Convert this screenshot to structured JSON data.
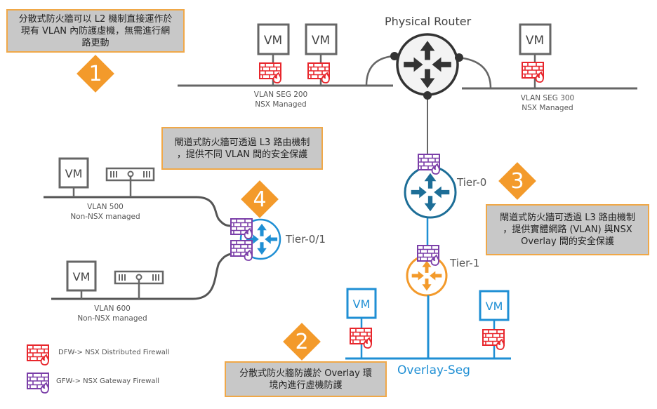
{
  "title": "Physical Router",
  "colors": {
    "callout_bg": "#c8c8c8",
    "callout_border": "#f0a848",
    "badge": "#f39a2b",
    "dfw": "#e8262c",
    "gfw": "#7b3fa8",
    "tier0": "#1d6e97",
    "tier1": "#f39a2b",
    "overlay": "#1f8fd4",
    "physical": "#555555"
  },
  "callouts": [
    {
      "id": 1,
      "lines": [
        "分散式防火牆可以 L2 機制直接運作於",
        "現有 VLAN 內防護虛機，無需進行網",
        "路更動"
      ]
    },
    {
      "id": 4,
      "lines": [
        "閘道式防火牆可透過 L3 路由機制",
        "，提供不同 VLAN 間的安全保護"
      ]
    },
    {
      "id": 3,
      "lines": [
        "閘道式防火牆可透過 L3 路由機制",
        "，提供實體網路 (VLAN) 與NSX",
        "Overlay 間的安全保護"
      ]
    },
    {
      "id": 2,
      "lines": [
        "分散式防火牆防護於 Overlay 環",
        "境內進行虛機防護"
      ]
    }
  ],
  "badges": [
    "1",
    "2",
    "3",
    "4"
  ],
  "segments": {
    "vlan200": [
      "VLAN SEG 200",
      "NSX Managed"
    ],
    "vlan300": [
      "VLAN SEG 300",
      "NSX Managed"
    ],
    "vlan500": [
      "VLAN 500",
      "Non-NSX managed"
    ],
    "vlan600": [
      "VLAN 600",
      "Non-NSX managed"
    ],
    "overlay": "Overlay-Seg"
  },
  "routers": {
    "tier0": "Tier-0",
    "tier01": "Tier-0/1",
    "tier1": "Tier-1"
  },
  "vm_label": "VM",
  "legend": [
    {
      "icon": "dfw-icon",
      "text": "DFW-> NSX Distributed Firewall"
    },
    {
      "icon": "gfw-icon",
      "text": "GFW-> NSX Gateway Firewall"
    }
  ]
}
